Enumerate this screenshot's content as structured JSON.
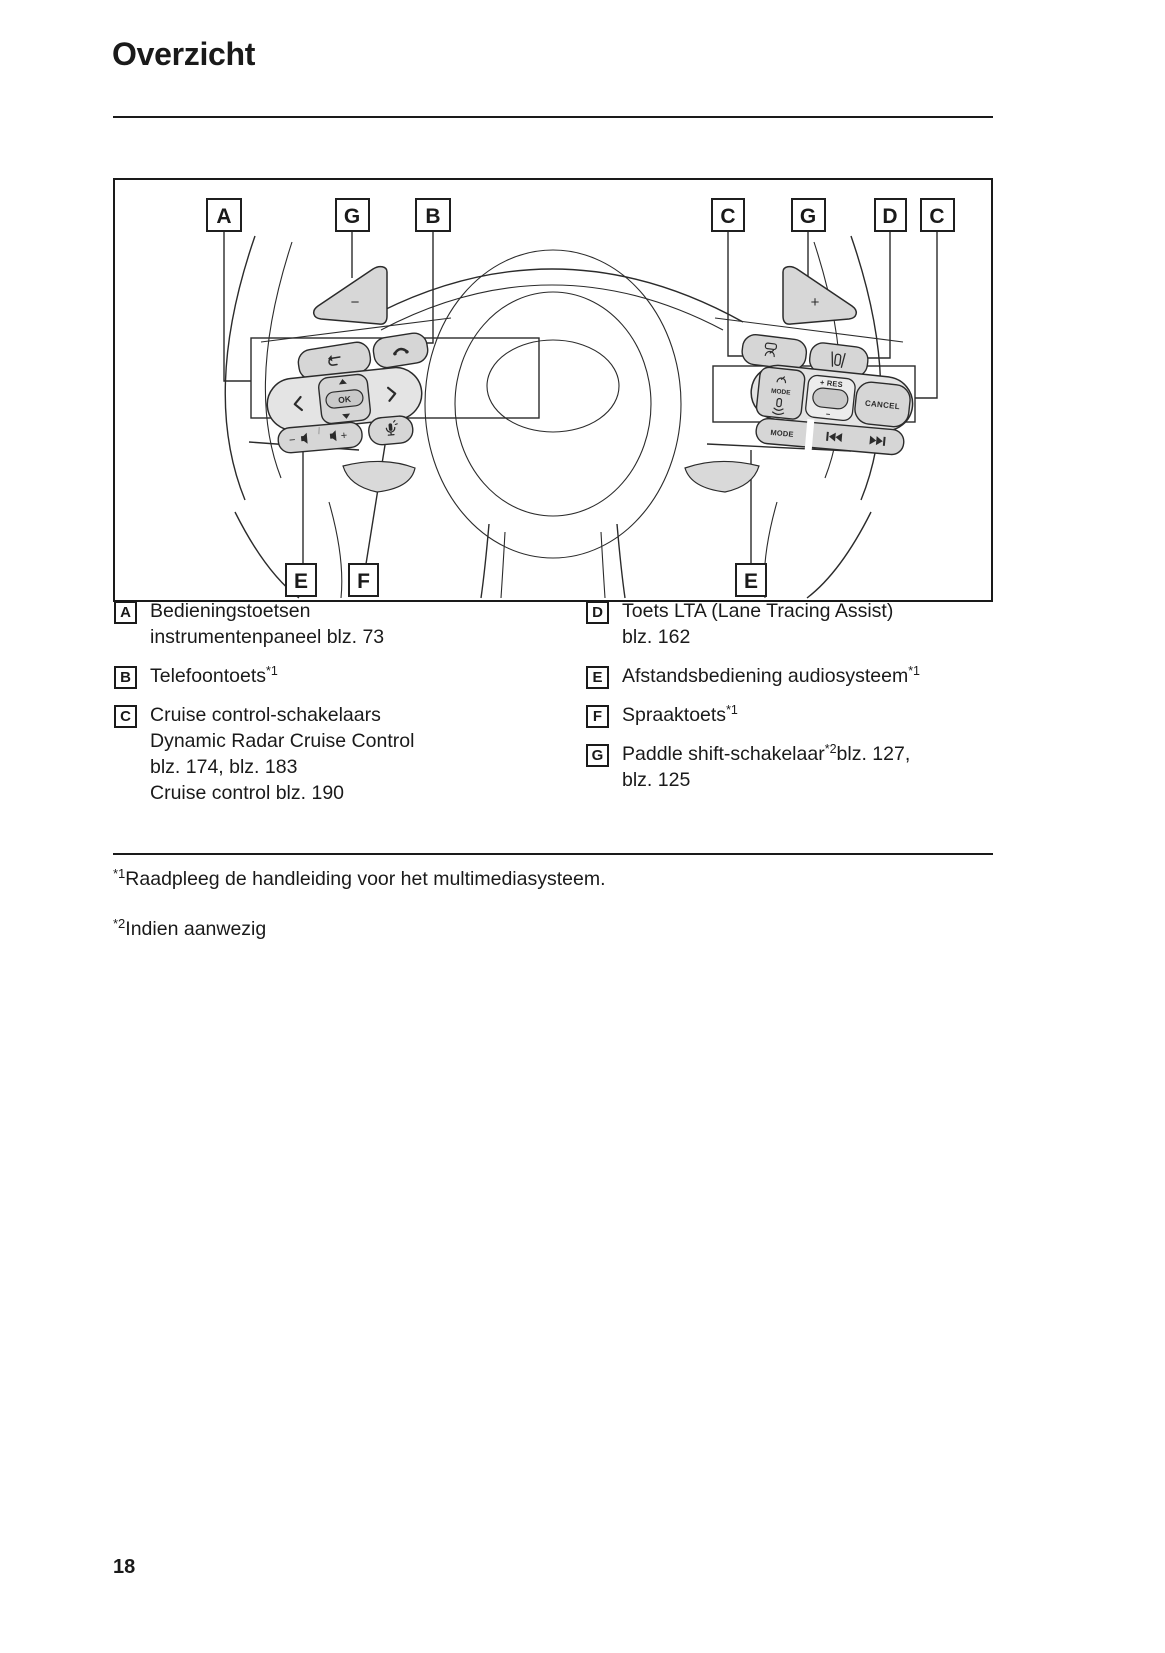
{
  "page": {
    "title": "Overzicht",
    "number": "18"
  },
  "figure": {
    "callouts": {
      "a": "A",
      "g1": "G",
      "b": "B",
      "c1": "C",
      "g2": "G",
      "d": "D",
      "c2": "C",
      "e1": "E",
      "f": "F",
      "e2": "E"
    },
    "buttons": {
      "ok": "OK",
      "mode_cruise": "MODE",
      "res": "+ RES",
      "res_minus": "−",
      "cancel": "CANCEL",
      "mode_audio": "MODE",
      "paddle_minus": "−",
      "paddle_plus": "+",
      "volume_minus": "−",
      "volume_plus": "+"
    },
    "icons": [
      "shift-down-paddle",
      "shift-up-paddle",
      "back-icon",
      "phone-icon",
      "left-arrow-icon",
      "up-arrow-icon",
      "down-arrow-icon",
      "right-arrow-icon",
      "volume-down-icon",
      "volume-up-icon",
      "voice-icon",
      "cruise-control-icon",
      "lane-tracing-assist-icon",
      "gauge-icon",
      "following-distance-icon",
      "previous-track-icon",
      "next-track-icon"
    ]
  },
  "legend": {
    "left": [
      {
        "key": "A",
        "line1": "Bedieningstoetsen",
        "line2": "instrumentenpaneel blz. 73"
      },
      {
        "key": "B",
        "text": "Telefoontoets",
        "sup": "*1"
      },
      {
        "key": "C",
        "line1": "Cruise control-schakelaars",
        "line2": "Dynamic Radar Cruise Control",
        "line3": "blz. 174, blz. 183",
        "line4": "Cruise control blz. 190"
      }
    ],
    "right": [
      {
        "key": "D",
        "line1": "Toets LTA (Lane Tracing Assist)",
        "line2": "blz. 162"
      },
      {
        "key": "E",
        "text": "Afstandsbediening audiosysteem",
        "sup": "*1"
      },
      {
        "key": "F",
        "text": "Spraaktoets",
        "sup": "*1"
      },
      {
        "key": "G",
        "text": "Paddle shift-schakelaar",
        "sup": "*2",
        "text2": "blz. 127,",
        "line2": "blz. 125"
      }
    ]
  },
  "footnotes": [
    {
      "sup": "*1",
      "text": "Raadpleeg de handleiding voor het multimediasysteem."
    },
    {
      "sup": "*2",
      "text": "Indien aanwezig"
    }
  ]
}
